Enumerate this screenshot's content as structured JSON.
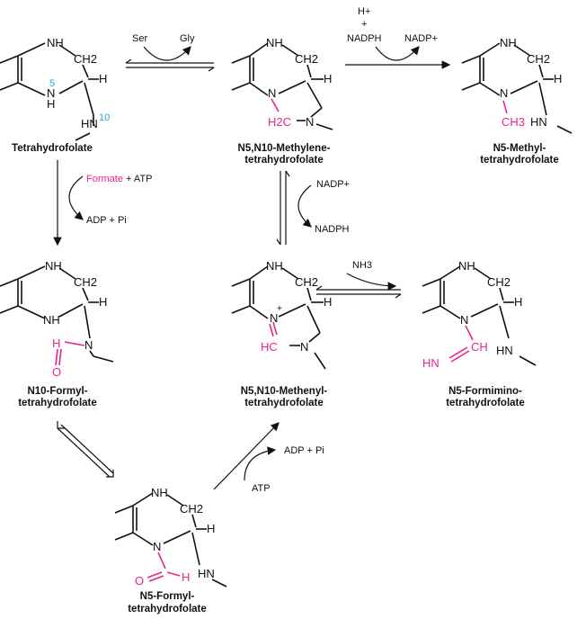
{
  "colors": {
    "highlight": "#e8268a",
    "numbering": "#2aa6dd",
    "text": "#111111"
  },
  "atoms": {
    "N": "N",
    "H": "H",
    "NH": "NH",
    "HN": "HN",
    "CH2": "CH2",
    "H2C": "H2C",
    "CH3": "CH3",
    "HC": "HC",
    "CH": "CH",
    "O": "O",
    "plus": "+"
  },
  "numbers": {
    "n5": "5",
    "n10": "10"
  },
  "compounds": {
    "thf": "Tetrahydrofolate",
    "methylene": {
      "line1": "N5,N10-Methylene-",
      "line2": "tetrahydrofolate"
    },
    "methyl": {
      "line1": "N5-Methyl-",
      "line2": "tetrahydrofolate"
    },
    "formyl10": {
      "line1": "N10-Formyl-",
      "line2": "tetrahydrofolate"
    },
    "methenyl": {
      "line1": "N5,N10-Methenyl-",
      "line2": "tetrahydrofolate"
    },
    "formimino": {
      "line1": "N5-Formimino-",
      "line2": "tetrahydrofolate"
    },
    "formyl5": {
      "line1": "N5-Formyl-",
      "line2": "tetrahydrofolate"
    }
  },
  "reagents": {
    "ser": "Ser",
    "gly": "Gly",
    "hplus": "H+",
    "plus_sign": "+",
    "nadph": "NADPH",
    "nadp": "NADP+",
    "formate": "Formate",
    "atp_suffix": " + ATP",
    "adp_pi": "ADP + Pi",
    "nadp_right": "NADP+",
    "nadph_right": "NADPH",
    "nh3": "NH3",
    "adp_pi_bottom": "ADP + Pi",
    "atp_bottom": "ATP"
  }
}
